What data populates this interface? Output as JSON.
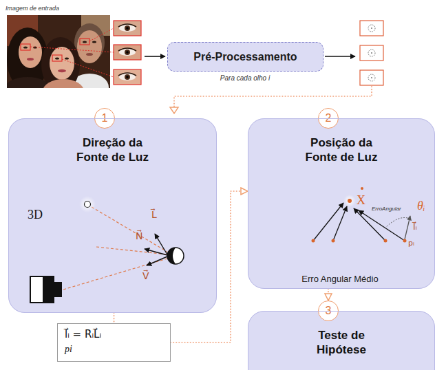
{
  "diagram": {
    "nodes": [
      {
        "text": [
          "Pré-Processamento"
        ]
      },
      {
        "text": [
          "1"
        ]
      },
      {
        "text": [
          "Direção da Fonte de Luz"
        ]
      },
      {
        "text": [
          "2"
        ]
      },
      {
        "text": [
          "Posição da Fonte de Luz"
        ]
      },
      {
        "text": [
          "3"
        ]
      },
      {
        "text": [
          "Teste de Hipótese"
        ]
      },
      {
        "text": [
          "l⃗ᵢ = RᵢL⃗ᵢ",
          "pi"
        ]
      }
    ],
    "edges": [
      {
        "from": 2,
        "to": 7,
        "arrow": "none"
      },
      {
        "from": 7,
        "to": 4,
        "arrow": "to"
      },
      {
        "from": 4,
        "to": 5,
        "arrow": "to"
      }
    ],
    "labels": [
      "Imagem de entrada",
      "Para cada olho i",
      "3D",
      "L⃗",
      "N⃗",
      "V⃗",
      "X",
      "ErroAngular",
      "θᵢ",
      "l⃗ᵢ",
      "pᵢ",
      "Erro Angular Médio"
    ]
  }
}
